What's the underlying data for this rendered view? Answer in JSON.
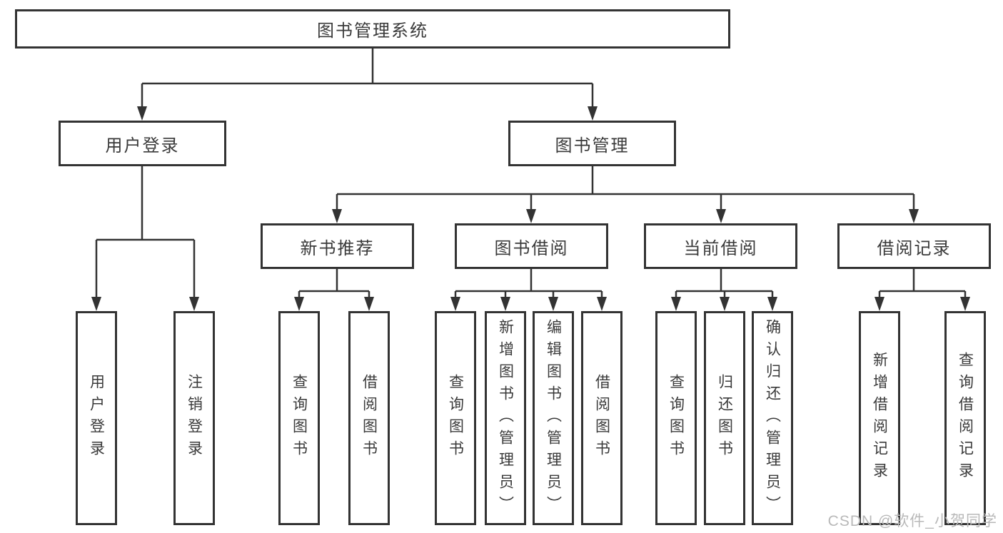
{
  "colors": {
    "line": "#333333",
    "text": "#3a3a3a",
    "watermark": "#b9b9b9",
    "background": "#ffffff"
  },
  "diagram": {
    "root": {
      "label": "图书管理系统"
    },
    "level2": {
      "user_login": {
        "label": "用户登录"
      },
      "book_management": {
        "label": "图书管理"
      }
    },
    "level3": {
      "new_book_recommend": {
        "label": "新书推荐"
      },
      "book_borrowing": {
        "label": "图书借阅"
      },
      "current_borrowing": {
        "label": "当前借阅"
      },
      "borrowing_records": {
        "label": "借阅记录"
      }
    },
    "leaves": {
      "user_login": {
        "label": "用户登录"
      },
      "logout": {
        "label": "注销登录"
      },
      "recommend_query_books": {
        "label": "查询图书"
      },
      "recommend_borrow_books": {
        "label": "借阅图书"
      },
      "borrowing_query_books": {
        "label": "查询图书"
      },
      "borrowing_add_books_admin": {
        "label": "新增图书（管理员）"
      },
      "borrowing_edit_books_admin": {
        "label": "编辑图书（管理员）"
      },
      "borrowing_borrow_books": {
        "label": "借阅图书"
      },
      "current_query_books": {
        "label": "查询图书"
      },
      "current_return_books": {
        "label": "归还图书"
      },
      "current_confirm_return_admin": {
        "label": "确认归还（管理员）"
      },
      "records_add_record": {
        "label": "新增借阅记录"
      },
      "records_query_record": {
        "label": "查询借阅记录"
      }
    }
  },
  "watermark": {
    "text": "CSDN @软件_小贺同学"
  }
}
